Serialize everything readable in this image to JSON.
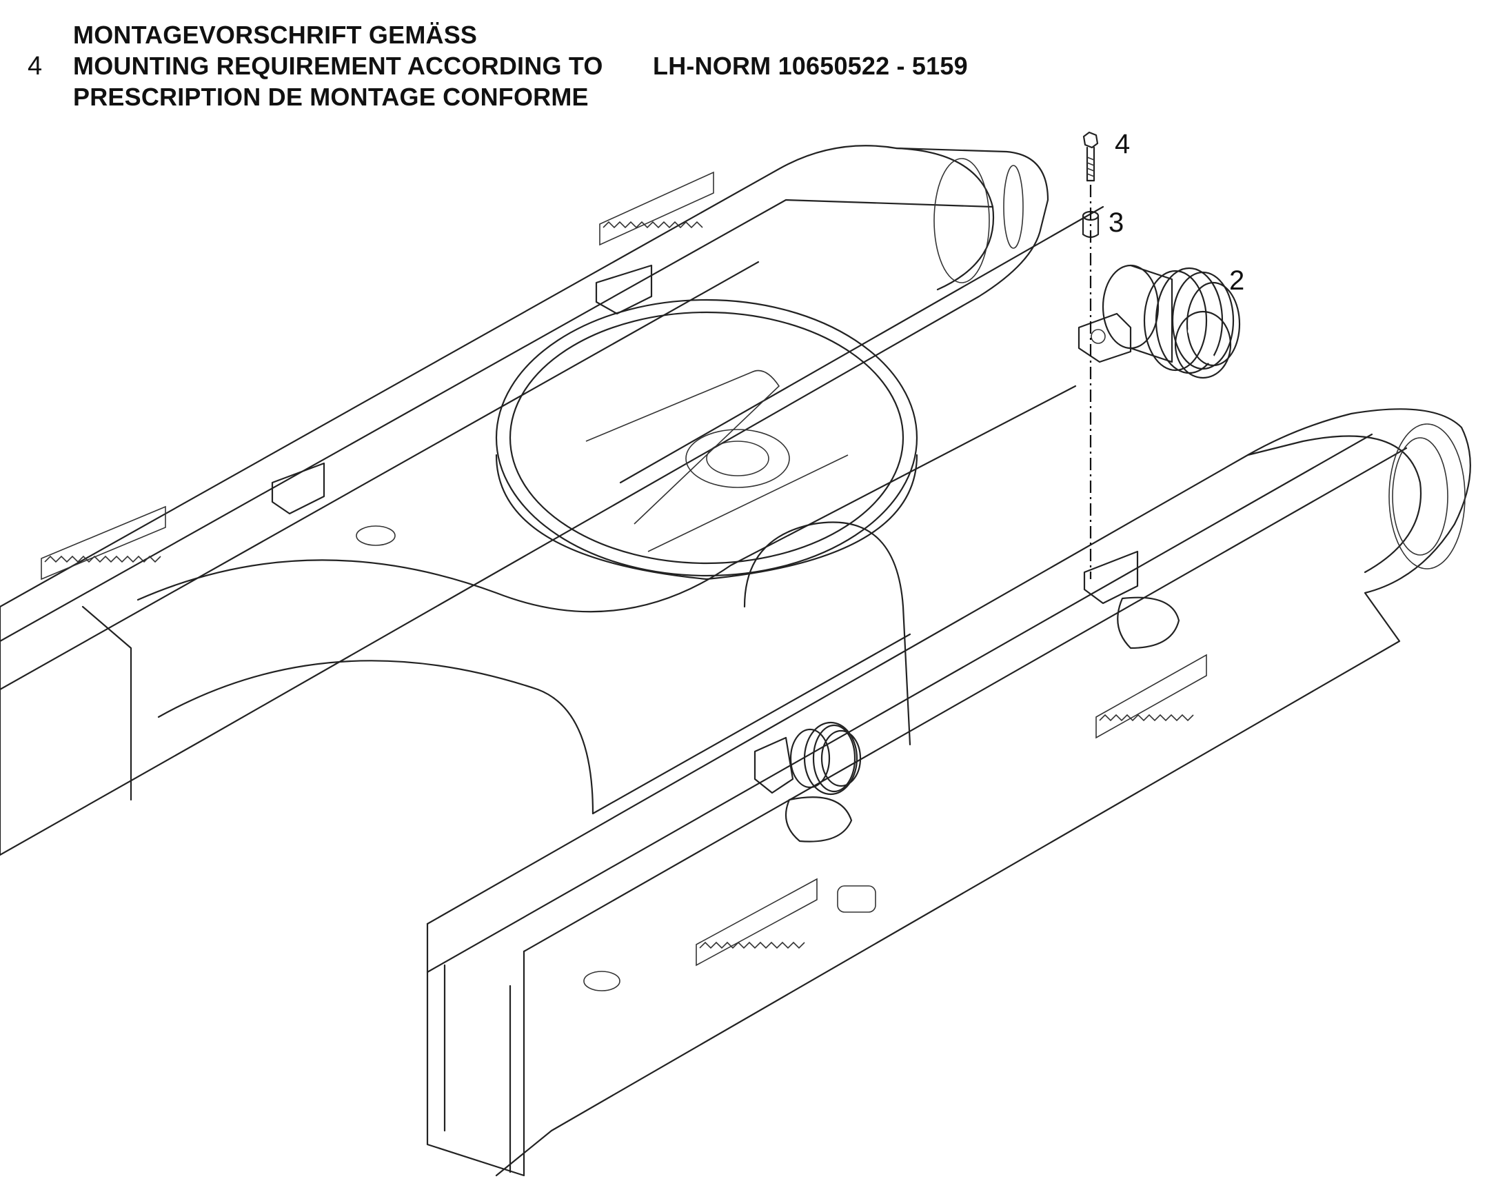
{
  "header": {
    "note_number": "4",
    "line_de": "MONTAGEVORSCHRIFT GEMÄSS",
    "line_en": "MOUNTING REQUIREMENT ACCORDING TO",
    "line_fr": "PRESCRIPTION DE MONTAGE CONFORME",
    "norm": "LH-NORM 10650522 - 5159"
  },
  "callouts": {
    "bolt": "4",
    "bushing": "3",
    "roller": "2"
  }
}
